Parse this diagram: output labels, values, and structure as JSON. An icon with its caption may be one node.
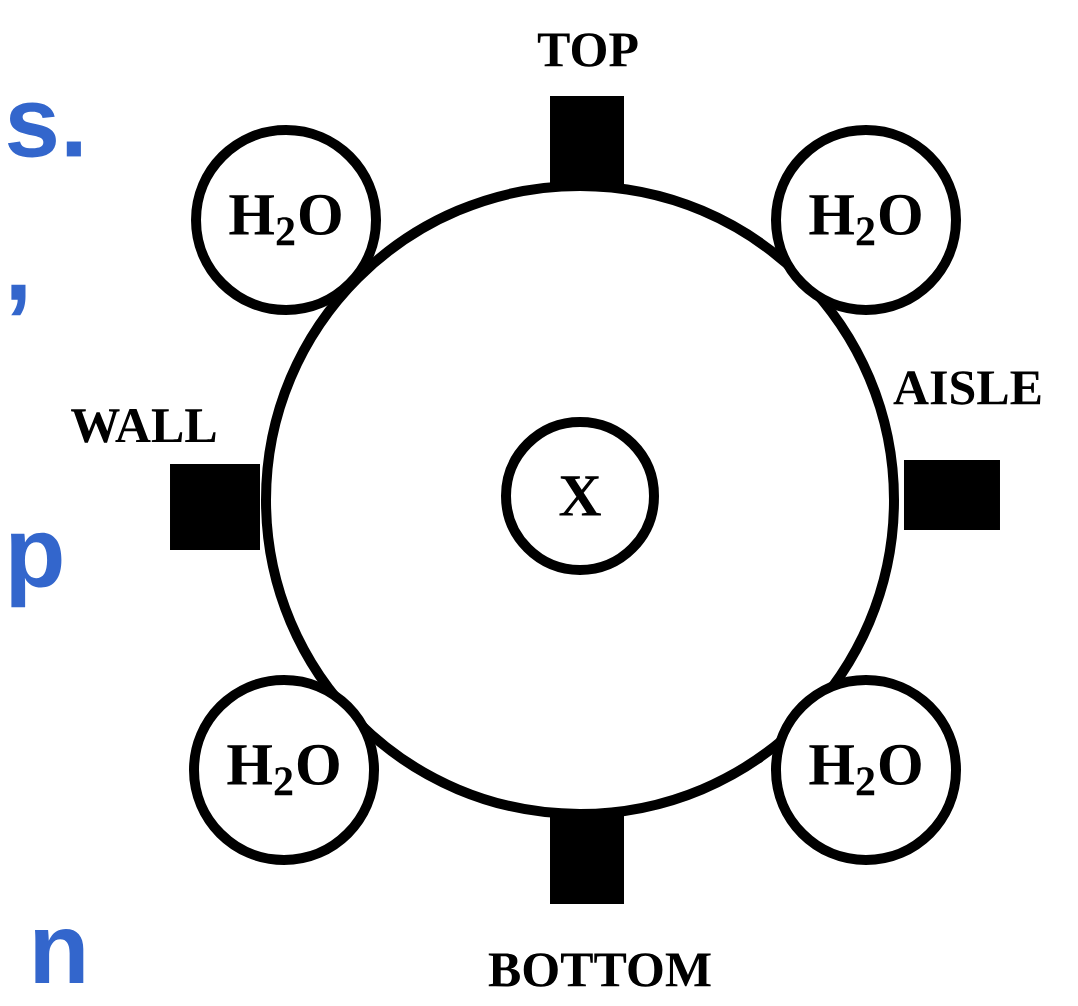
{
  "diagram": {
    "nodes": [
      {
        "text": [],
        "shape": "circle"
      },
      {
        "text": [
          "X"
        ],
        "in": 0
      },
      {
        "text": [
          "H$_{2}$O"
        ]
      },
      {
        "text": [
          "H$_{2}$O"
        ]
      },
      {
        "text": [
          "H$_{2}$O"
        ]
      },
      {
        "text": [
          "H$_{2}$O"
        ]
      }
    ],
    "labels": [
      "s.",
      ",",
      "p",
      "n",
      "TOP",
      "WALL",
      "AISLE",
      "BOTTOM"
    ]
  }
}
